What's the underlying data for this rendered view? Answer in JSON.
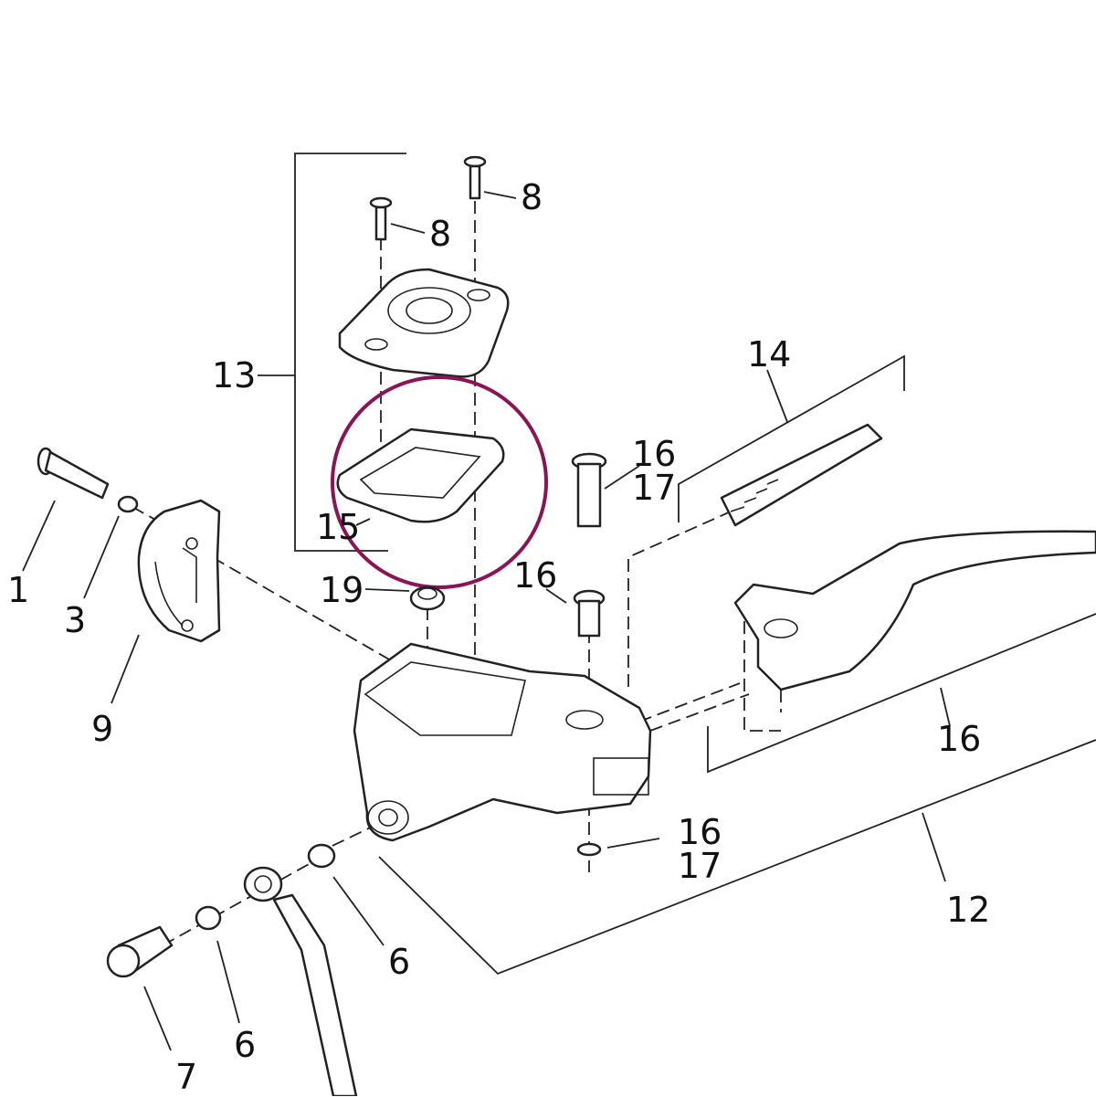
{
  "diagram": {
    "highlight_color": "#8a1455",
    "callouts": [
      {
        "id": "c8a",
        "text": "8"
      },
      {
        "id": "c8b",
        "text": "8"
      },
      {
        "id": "c13",
        "text": "13"
      },
      {
        "id": "c14",
        "text": "14"
      },
      {
        "id": "c16a",
        "text": "16"
      },
      {
        "id": "c17a",
        "text": "17"
      },
      {
        "id": "c15",
        "text": "15"
      },
      {
        "id": "c19",
        "text": "19"
      },
      {
        "id": "c16b",
        "text": "16"
      },
      {
        "id": "c1",
        "text": "1"
      },
      {
        "id": "c3",
        "text": "3"
      },
      {
        "id": "c9",
        "text": "9"
      },
      {
        "id": "c16c",
        "text": "16"
      },
      {
        "id": "c16d",
        "text": "16"
      },
      {
        "id": "c17d",
        "text": "17"
      },
      {
        "id": "c12",
        "text": "12"
      },
      {
        "id": "c6a",
        "text": "6"
      },
      {
        "id": "c6b",
        "text": "6"
      },
      {
        "id": "c7",
        "text": "7"
      }
    ]
  }
}
